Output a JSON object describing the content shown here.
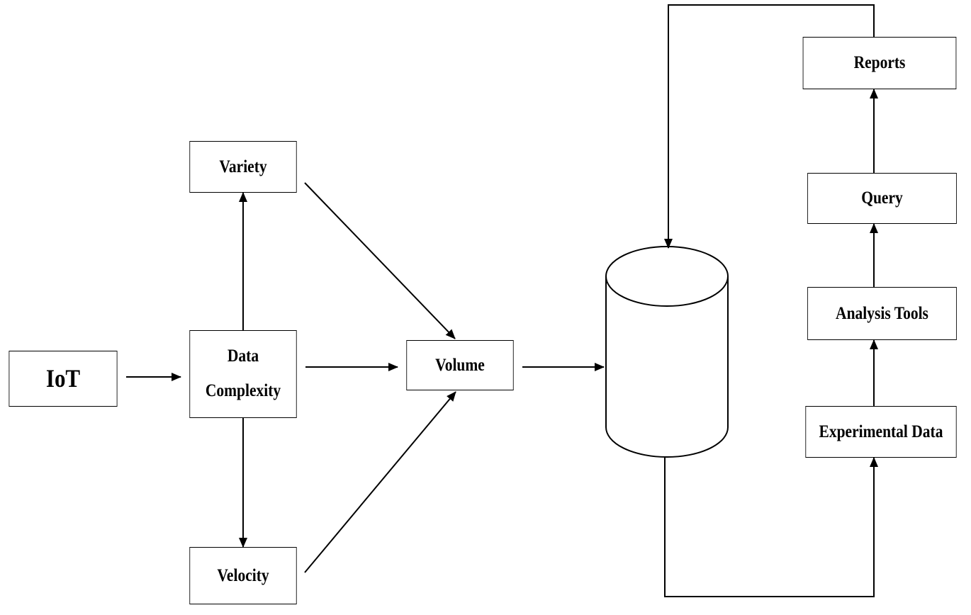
{
  "nodes": {
    "iot": "IoT",
    "data_complexity_line1": "Data",
    "data_complexity_line2": "Complexity",
    "variety": "Variety",
    "velocity": "Velocity",
    "volume": "Volume",
    "reports": "Reports",
    "query": "Query",
    "analysis_tools": "Analysis Tools",
    "experimental_data": "Experimental Data"
  },
  "colors": {
    "stroke": "#000000",
    "fill": "#ffffff"
  }
}
